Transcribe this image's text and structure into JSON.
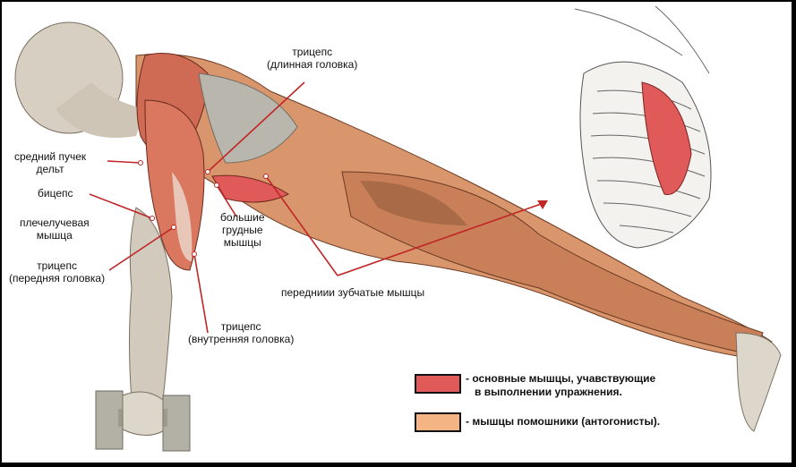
{
  "labels": {
    "triceps_long": [
      "трицепс",
      "(длинная головка)"
    ],
    "deltoid_mid": [
      "средний пучек",
      "дельт"
    ],
    "biceps": [
      "бицепс"
    ],
    "brachioradialis": [
      "плечелучевая",
      "мышца"
    ],
    "triceps_front": [
      "трицепс",
      "(передняя головка)"
    ],
    "pectoralis": [
      "большие",
      "грудные",
      "мышцы"
    ],
    "serratus": [
      "передниии зубчатые мышцы"
    ],
    "triceps_inner": [
      "трицепс",
      "(внутренняя головка)"
    ]
  },
  "legend": [
    {
      "color": "#e05a5a",
      "text": [
        "- основные мышцы, учавствующие",
        "в выполнении упражнения."
      ]
    },
    {
      "color": "#f4b483",
      "text": [
        "- мышцы помошники (антогонисты)."
      ]
    }
  ]
}
